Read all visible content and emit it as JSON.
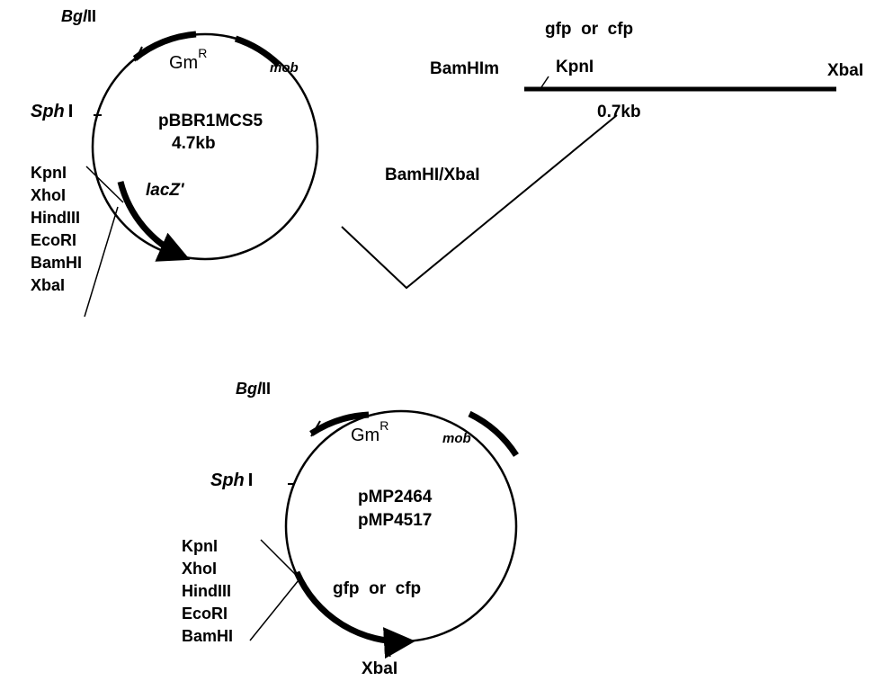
{
  "plasmid_top": {
    "name": "pBBR1MCS5",
    "size": "4.7kb",
    "site_bgl": "Bgl",
    "site_bgl_suffix": "II",
    "site_sph": "Sph",
    "site_sph_suffix": "I",
    "gene_gm": "Gm",
    "gene_gm_sup": "R",
    "gene_mob": "mob",
    "gene_lacz": "lacZ'",
    "mcs_sites": [
      "KpnI",
      "XhoI",
      "HindIII",
      "EcoRI",
      "BamHI",
      "XbaI"
    ]
  },
  "insert": {
    "label": "gfp  or  cfp",
    "left_end": "BamHIm",
    "kpn": "KpnI",
    "right_end": "XbaI",
    "size": "0.7kb"
  },
  "digest_label": "BamHI/XbaI",
  "plasmid_bottom": {
    "names": [
      "pMP2464",
      "pMP4517"
    ],
    "site_bgl": "Bgl",
    "site_bgl_suffix": "II",
    "site_sph": "Sph",
    "site_sph_suffix": "I",
    "gene_gm": "Gm",
    "gene_gm_sup": "R",
    "gene_mob": "mob",
    "gene_insert": "gfp  or  cfp",
    "mcs_sites": [
      "KpnI",
      "XhoI",
      "HindIII",
      "EcoRI",
      "BamHI"
    ],
    "site_xba": "XbaI"
  },
  "colors": {
    "ink": "#000000",
    "background": "#ffffff"
  }
}
